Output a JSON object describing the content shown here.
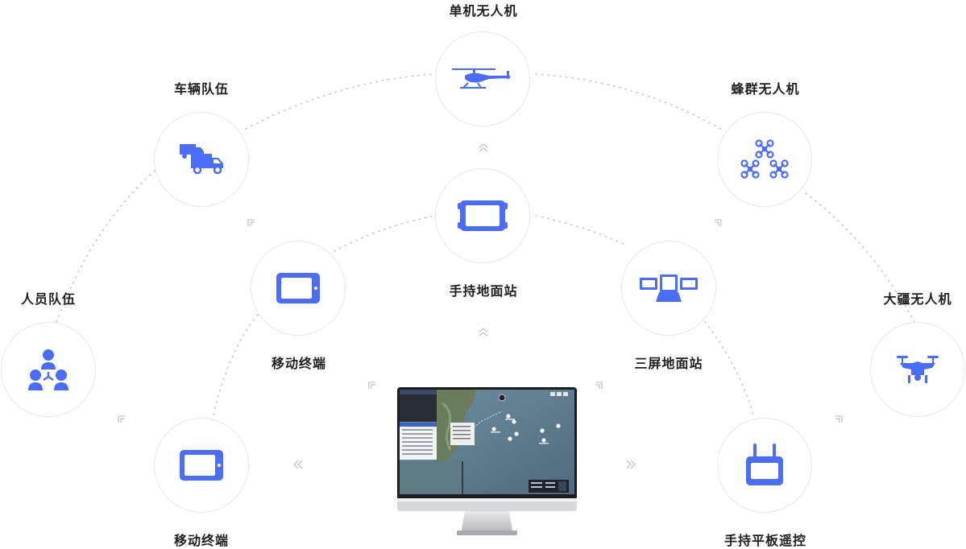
{
  "nodes": {
    "single_uav": "单机无人机",
    "vehicle_team": "车辆队伍",
    "swarm_uav": "蜂群无人机",
    "personnel_team": "人员队伍",
    "handheld_gcs": "手持地面站",
    "dji_uav": "大疆无人机",
    "mobile_terminal_upper": "移动终端",
    "triple_screen_gcs": "三屏地面站",
    "mobile_terminal_lower": "移动终端",
    "handheld_tablet_rc": "手持平板遥控"
  },
  "colors": {
    "accent": "#4a6cf7",
    "circle_border": "#e6e6ea",
    "dots": "#c8c8d0",
    "chevron": "#c4c4cc"
  },
  "icons": {
    "single_uav": "helicopter-drone-icon",
    "vehicle_team": "trucks-icon",
    "swarm_uav": "quadcopter-swarm-icon",
    "personnel_team": "people-group-icon",
    "handheld_gcs": "rugged-tablet-icon",
    "dji_uav": "dji-drone-icon",
    "mobile_terminal_upper": "tablet-icon",
    "triple_screen_gcs": "triple-screen-icon",
    "mobile_terminal_lower": "tablet-icon",
    "handheld_tablet_rc": "remote-controller-icon"
  }
}
